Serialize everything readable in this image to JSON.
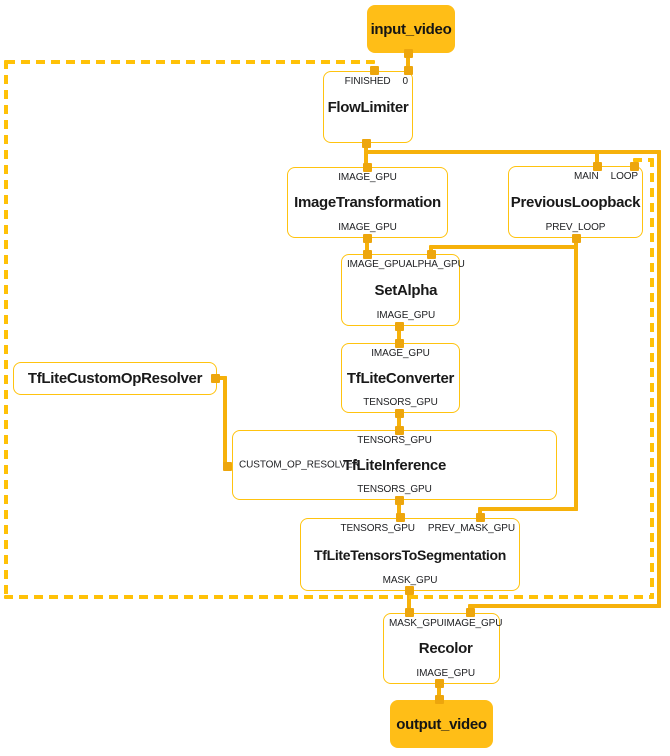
{
  "colors": {
    "accent": "#FFC30F",
    "dash": "#FFC107",
    "edge": "#F6B10A",
    "marker": "#EDA60D",
    "stream_fill": "#FFBE17",
    "text": "#202124"
  },
  "nodes": {
    "input_video": {
      "title": "input_video"
    },
    "flow_limiter": {
      "title": "FlowLimiter",
      "top": [
        "FINISHED",
        "0"
      ]
    },
    "image_transformation": {
      "title": "ImageTransformation",
      "top": [
        "IMAGE_GPU"
      ],
      "bottom": [
        "IMAGE_GPU"
      ]
    },
    "previous_loopback": {
      "title": "PreviousLoopback",
      "top": [
        "MAIN",
        "LOOP"
      ],
      "bottom": [
        "PREV_LOOP"
      ]
    },
    "set_alpha": {
      "title": "SetAlpha",
      "top": [
        "IMAGE_GPU",
        "ALPHA_GPU"
      ],
      "bottom": [
        "IMAGE_GPU"
      ]
    },
    "tflite_converter": {
      "title": "TfLiteConverter",
      "top": [
        "IMAGE_GPU"
      ],
      "bottom": [
        "TENSORS_GPU"
      ]
    },
    "tflite_custom_op_resolver": {
      "title": "TfLiteCustomOpResolver"
    },
    "tflite_inference": {
      "title": "TfLiteInference",
      "top": [
        "TENSORS_GPU"
      ],
      "left": "CUSTOM_OP_RESOLVER",
      "bottom": [
        "TENSORS_GPU"
      ]
    },
    "tflite_tensors_to_segmentation": {
      "title": "TfLiteTensorsToSegmentation",
      "top": [
        "TENSORS_GPU",
        "PREV_MASK_GPU"
      ],
      "bottom": [
        "MASK_GPU"
      ]
    },
    "recolor": {
      "title": "Recolor",
      "top": [
        "MASK_GPU",
        "IMAGE_GPU"
      ],
      "bottom": [
        "IMAGE_GPU"
      ]
    },
    "output_video": {
      "title": "output_video"
    }
  }
}
